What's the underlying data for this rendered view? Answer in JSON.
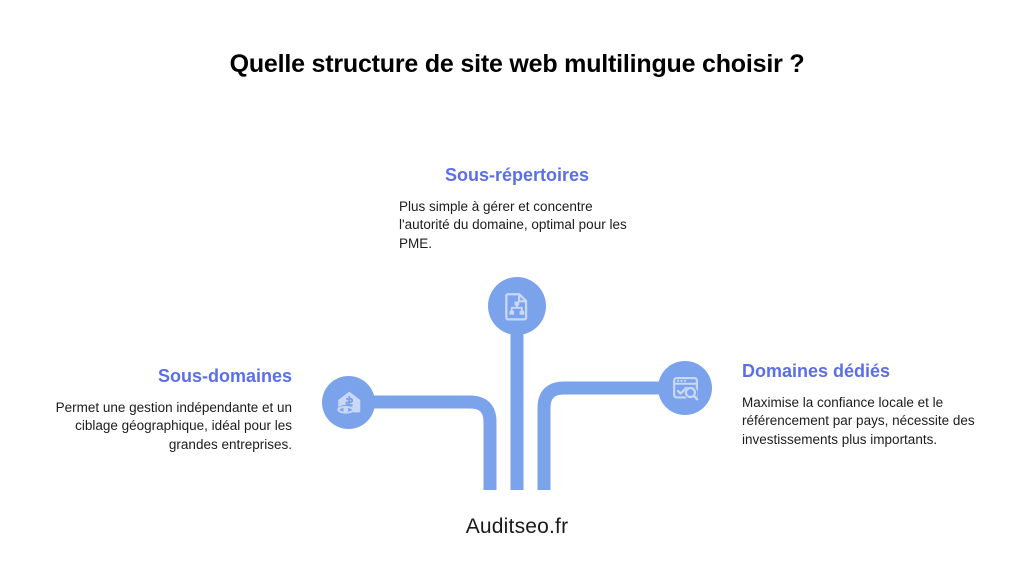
{
  "title": "Quelle structure de site web multilingue choisir ?",
  "footer": "Auditseo.fr",
  "colors": {
    "heading_blue": "#5B6FE8",
    "node_blue": "#7BA3EC",
    "icon_light": "#C9D8F5",
    "body_text": "#1c1c1c",
    "title_text": "#000000",
    "background": "#ffffff"
  },
  "nodes": [
    {
      "id": "sous-repertoires",
      "heading": "Sous-répertoires",
      "body": "Plus simple à gérer et concentre l'autorité du domaine, optimal pour les PME.",
      "icon": "sitemap-document-icon",
      "position": "center"
    },
    {
      "id": "sous-domaines",
      "heading": "Sous-domaines",
      "body": "Permet une gestion indépendante et un ciblage géographique, idéal pour les grandes entreprises.",
      "icon": "home-dollar-eye-icon",
      "position": "left"
    },
    {
      "id": "domaines-dedies",
      "heading": "Domaines dédiés",
      "body": "Maximise la confiance locale et le référencement par pays, nécessite des investissements plus importants.",
      "icon": "browser-check-search-icon",
      "position": "right"
    }
  ]
}
